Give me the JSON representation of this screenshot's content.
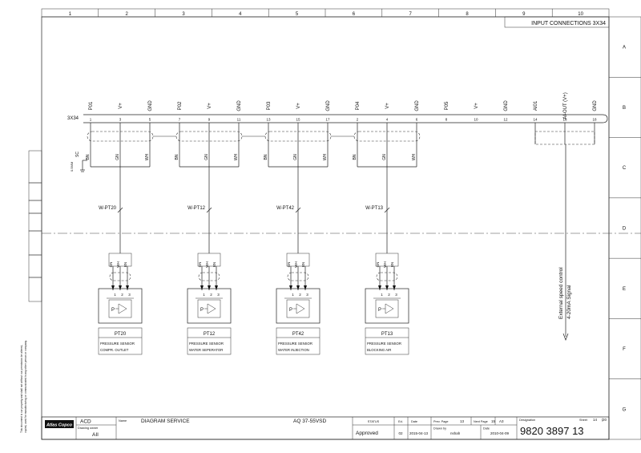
{
  "sheet": {
    "columns": [
      "1",
      "2",
      "3",
      "4",
      "5",
      "6",
      "7",
      "8",
      "9",
      "10"
    ],
    "rows": [
      "A",
      "B",
      "C",
      "D",
      "E",
      "F",
      "G"
    ],
    "header_title": "INPUT CONNECTIONS 3X34"
  },
  "terminal_strip": {
    "name": "3X34",
    "terminals": [
      {
        "signal": "P01",
        "pin": "1"
      },
      {
        "signal": "V+",
        "pin": "3"
      },
      {
        "signal": "GND",
        "pin": "5"
      },
      {
        "signal": "P02",
        "pin": "7"
      },
      {
        "signal": "V+",
        "pin": "9"
      },
      {
        "signal": "GND",
        "pin": "11"
      },
      {
        "signal": "P03",
        "pin": "13"
      },
      {
        "signal": "V+",
        "pin": "15"
      },
      {
        "signal": "GND",
        "pin": "17"
      },
      {
        "signal": "P04",
        "pin": "2"
      },
      {
        "signal": "V+",
        "pin": "4"
      },
      {
        "signal": "GND",
        "pin": "6"
      },
      {
        "signal": "P05",
        "pin": "8"
      },
      {
        "signal": "V+",
        "pin": "10"
      },
      {
        "signal": "GND",
        "pin": "12"
      },
      {
        "signal": "AI01",
        "pin": "14"
      },
      {
        "signal": "AI-OUT (V+)",
        "pin": "16"
      },
      {
        "signal": "GND",
        "pin": "18"
      }
    ]
  },
  "wire_colors": [
    "BN",
    "GN",
    "WH"
  ],
  "sensor_wire_colors": [
    "GN",
    "WH",
    "BN"
  ],
  "sensor_pins": [
    "1",
    "2",
    "3"
  ],
  "shield_label": "SC",
  "shield_label_2": "0.5MM",
  "sensor_symbol": "P",
  "sensors": [
    {
      "cable": "W-PT20",
      "tag": "PT20",
      "type": "PRESSURE SENSOR",
      "location": "COMPR. OUTLET"
    },
    {
      "cable": "W-PT12",
      "tag": "PT12",
      "type": "PRESSURE SENSOR",
      "location": "WATER SEPERATOR"
    },
    {
      "cable": "W-PT42",
      "tag": "PT42",
      "type": "PRESSURE SENSOR",
      "location": "WATER INJECTION"
    },
    {
      "cable": "W-PT13",
      "tag": "PT13",
      "type": "PRESSURE SENSOR",
      "location": "BLOCKING AIR"
    }
  ],
  "external_control": {
    "line1": "External speed control",
    "line2": "4-20mA Signal"
  },
  "side_note": {
    "line1": "This document is our property and shall not without our permission be altered,",
    "line2": "copied, used for manufacturing or communicated to any other person or company."
  },
  "title_block": {
    "logo": "Atlas Copco",
    "dept": "ACD",
    "drawing_owner_label": "Drawing owner",
    "drawing_owner": "AII",
    "name_label": "Name",
    "name": "DIAGRAM SERVICE",
    "model": "AQ 37-55VSD",
    "status_label": "STATUS",
    "status": "Approved",
    "ed_label": "Ed.",
    "ed": "02",
    "date_label": "Date",
    "date": "2015-04-13",
    "prev_page_label": "Prev. Page",
    "prev_page": "13",
    "next_page_label": "Next Page",
    "next_page": "15",
    "format": "A3",
    "drawn_by_label": "Drawn by",
    "drawn_by": "nshah",
    "date2_label": "Date",
    "date2": "2010-04-09",
    "designation_label": "Designation",
    "designation": "9820 3897 13",
    "sheet_label": "Sheet",
    "sheet_num": "14",
    "sheet_sep": "(",
    "sheet_total": "20"
  }
}
